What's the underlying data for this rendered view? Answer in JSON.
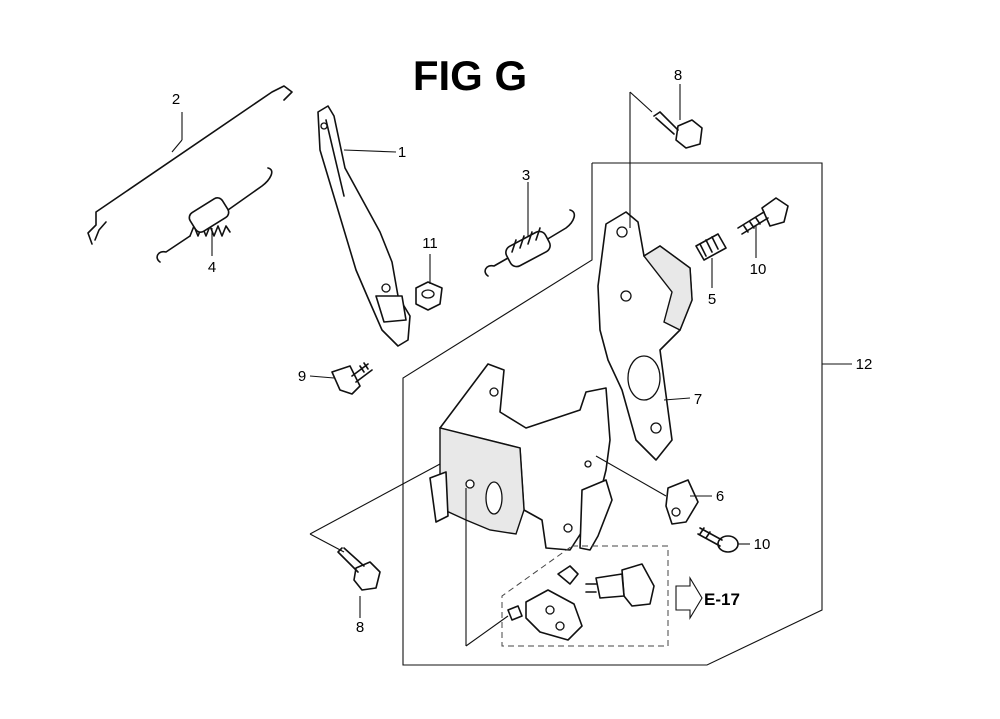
{
  "figure": {
    "title": "FIG G",
    "reference_label": "E-17"
  },
  "callouts": [
    "1",
    "2",
    "3",
    "4",
    "5",
    "6",
    "7",
    "8",
    "8",
    "9",
    "10",
    "10",
    "11",
    "12"
  ]
}
